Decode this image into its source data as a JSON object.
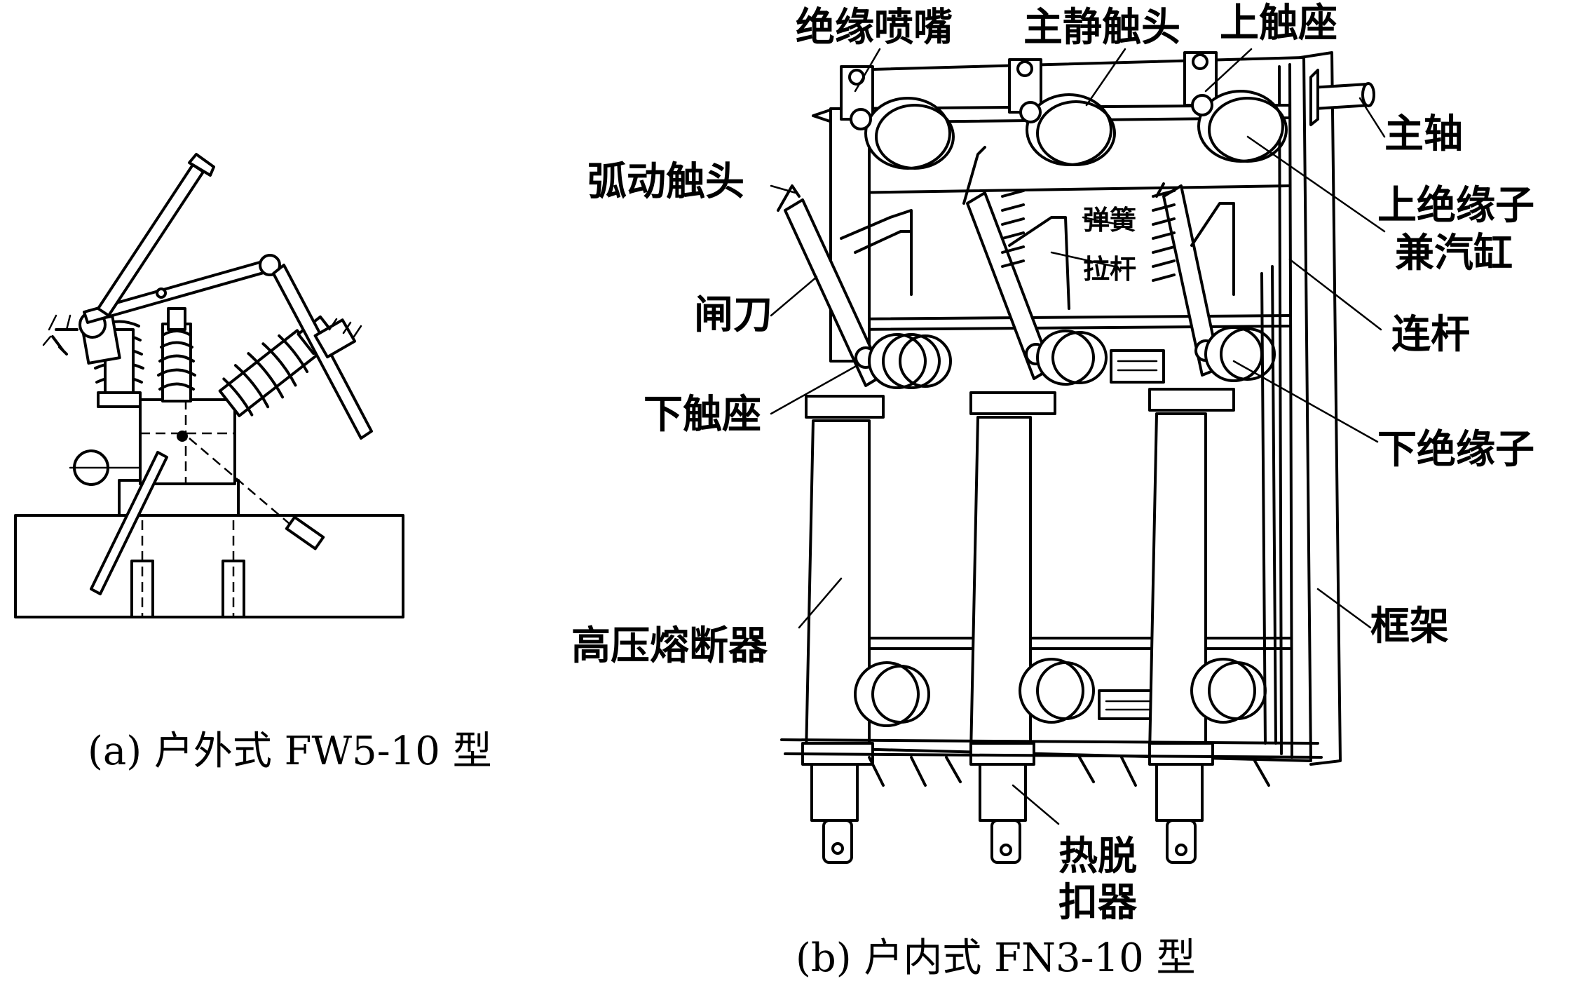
{
  "figure_a": {
    "caption": "(a) 户外式 FW5-10 型"
  },
  "figure_b": {
    "caption": "(b) 户内式 FN3-10 型",
    "labels": {
      "insulating_nozzle": "绝缘喷嘴",
      "main_static_contact": "主静触头",
      "upper_contact_seat": "上触座",
      "main_shaft": "主轴",
      "arc_moving_contact": "弧动触头",
      "spring": "弹簧",
      "pull_rod": "拉杆",
      "upper_insulator_line1": "上绝缘子",
      "upper_insulator_line2": "兼汽缸",
      "knife_switch": "闸刀",
      "connecting_rod": "连杆",
      "lower_contact_seat": "下触座",
      "lower_insulator": "下绝缘子",
      "hv_fuse": "高压熔断器",
      "frame": "框架",
      "thermal_release_line1": "热脱",
      "thermal_release_line2": "扣器"
    }
  }
}
